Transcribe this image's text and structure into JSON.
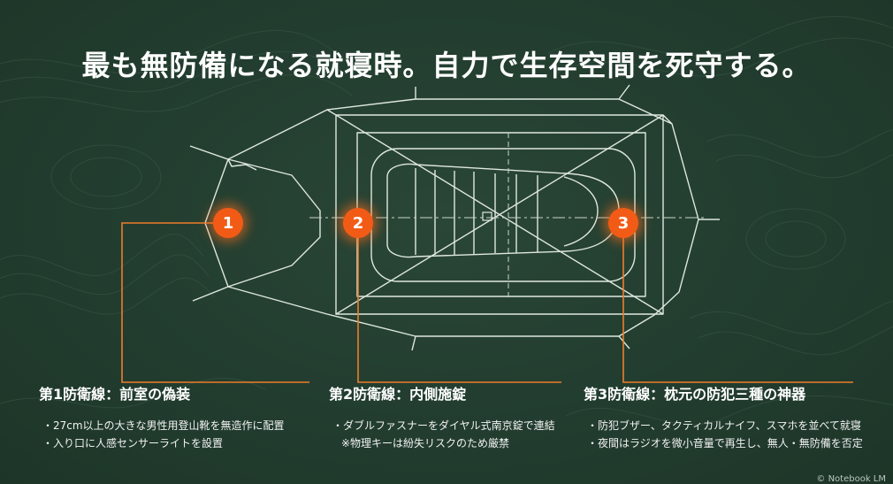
{
  "title": "最も無防備になる就寝時。自力で生存空間を死守する。",
  "accent_color": "#f25b16",
  "line_color": "#ee7d2c",
  "background_color": "#223d2f",
  "markers": [
    "1",
    "2",
    "3"
  ],
  "sections": [
    {
      "heading": "第1防衛線：前室の偽装",
      "lines": [
        "・27cm以上の大きな男性用登山靴を無造作に配置",
        "・入り口に人感センサーライトを設置"
      ]
    },
    {
      "heading": "第2防衛線：内側施錠",
      "lines": [
        "・ダブルファスナーをダイヤル式南京錠で連結",
        "※物理キーは紛失リスクのため厳禁"
      ]
    },
    {
      "heading": "第3防衛線：枕元の防犯三種の神器",
      "lines": [
        "・防犯ブザー、タクティカルナイフ、スマホを並べて就寝",
        "・夜間はラジオを微小音量で再生し、無人・無防備を否定"
      ]
    }
  ],
  "watermark": "© Notebook LM"
}
